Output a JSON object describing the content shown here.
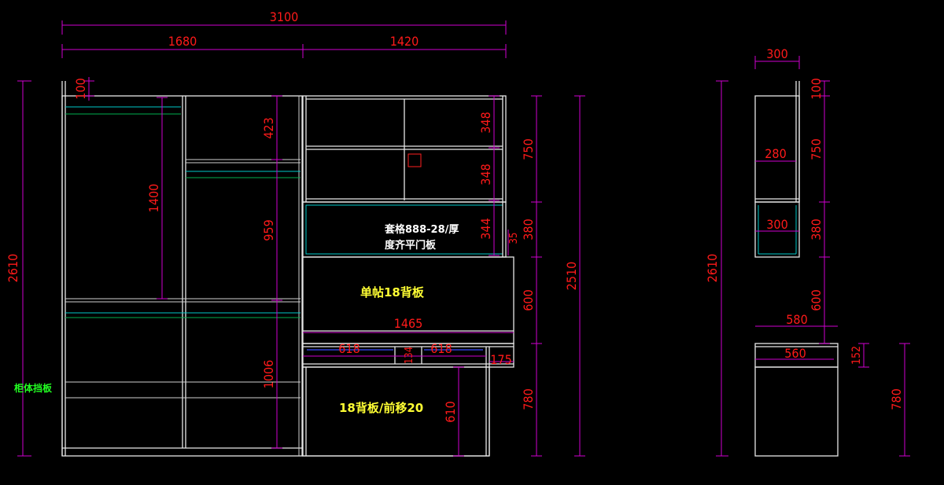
{
  "front": {
    "overall_width": "3100",
    "left_width": "1680",
    "right_width": "1420",
    "top_gap": "100",
    "left_hang_height": "1400",
    "mid_top_height": "423",
    "mid_hang_height": "959",
    "mid_bottom_height": "1006",
    "total_height_left": "2610",
    "upper_cell_1": "348",
    "upper_cell_2": "348",
    "door_band": "344",
    "door_gap": "35",
    "seg_750": "750",
    "seg_380": "380",
    "seg_600": "600",
    "seg_780": "780",
    "right_total": "2510",
    "desk_width": "1465",
    "drawer_left": "618",
    "drawer_mid": "134",
    "drawer_right": "618",
    "desk_overhang": "175",
    "kneehole_height": "610"
  },
  "notes": {
    "door_panel_line1": "套格888-28/厚",
    "door_panel_line2": "度齐平门板",
    "single_back": "单帖18背板",
    "back_shift": "18背板/前移20",
    "kick_board": "柜体挡板"
  },
  "side": {
    "depth_top": "300",
    "depth_upper": "280",
    "depth_mid": "300",
    "depth_desk": "580",
    "depth_desk_inner": "560",
    "total_height": "2610",
    "seg_100": "100",
    "seg_750": "750",
    "seg_380": "380",
    "seg_600": "600",
    "desk_thk": "152",
    "desk_height": "780"
  },
  "colors": {
    "background": "#000000",
    "dimension_text": "#ff1a1a",
    "dimension_line": "#d000d0",
    "outline": "#e8e8e8",
    "note_white": "#ffffff",
    "note_yellow": "#ffff33",
    "note_green": "#22ff22",
    "rail_cyan": "#00c8c8",
    "rail_green": "#00b050",
    "drawer_blue": "#3a4aff"
  }
}
